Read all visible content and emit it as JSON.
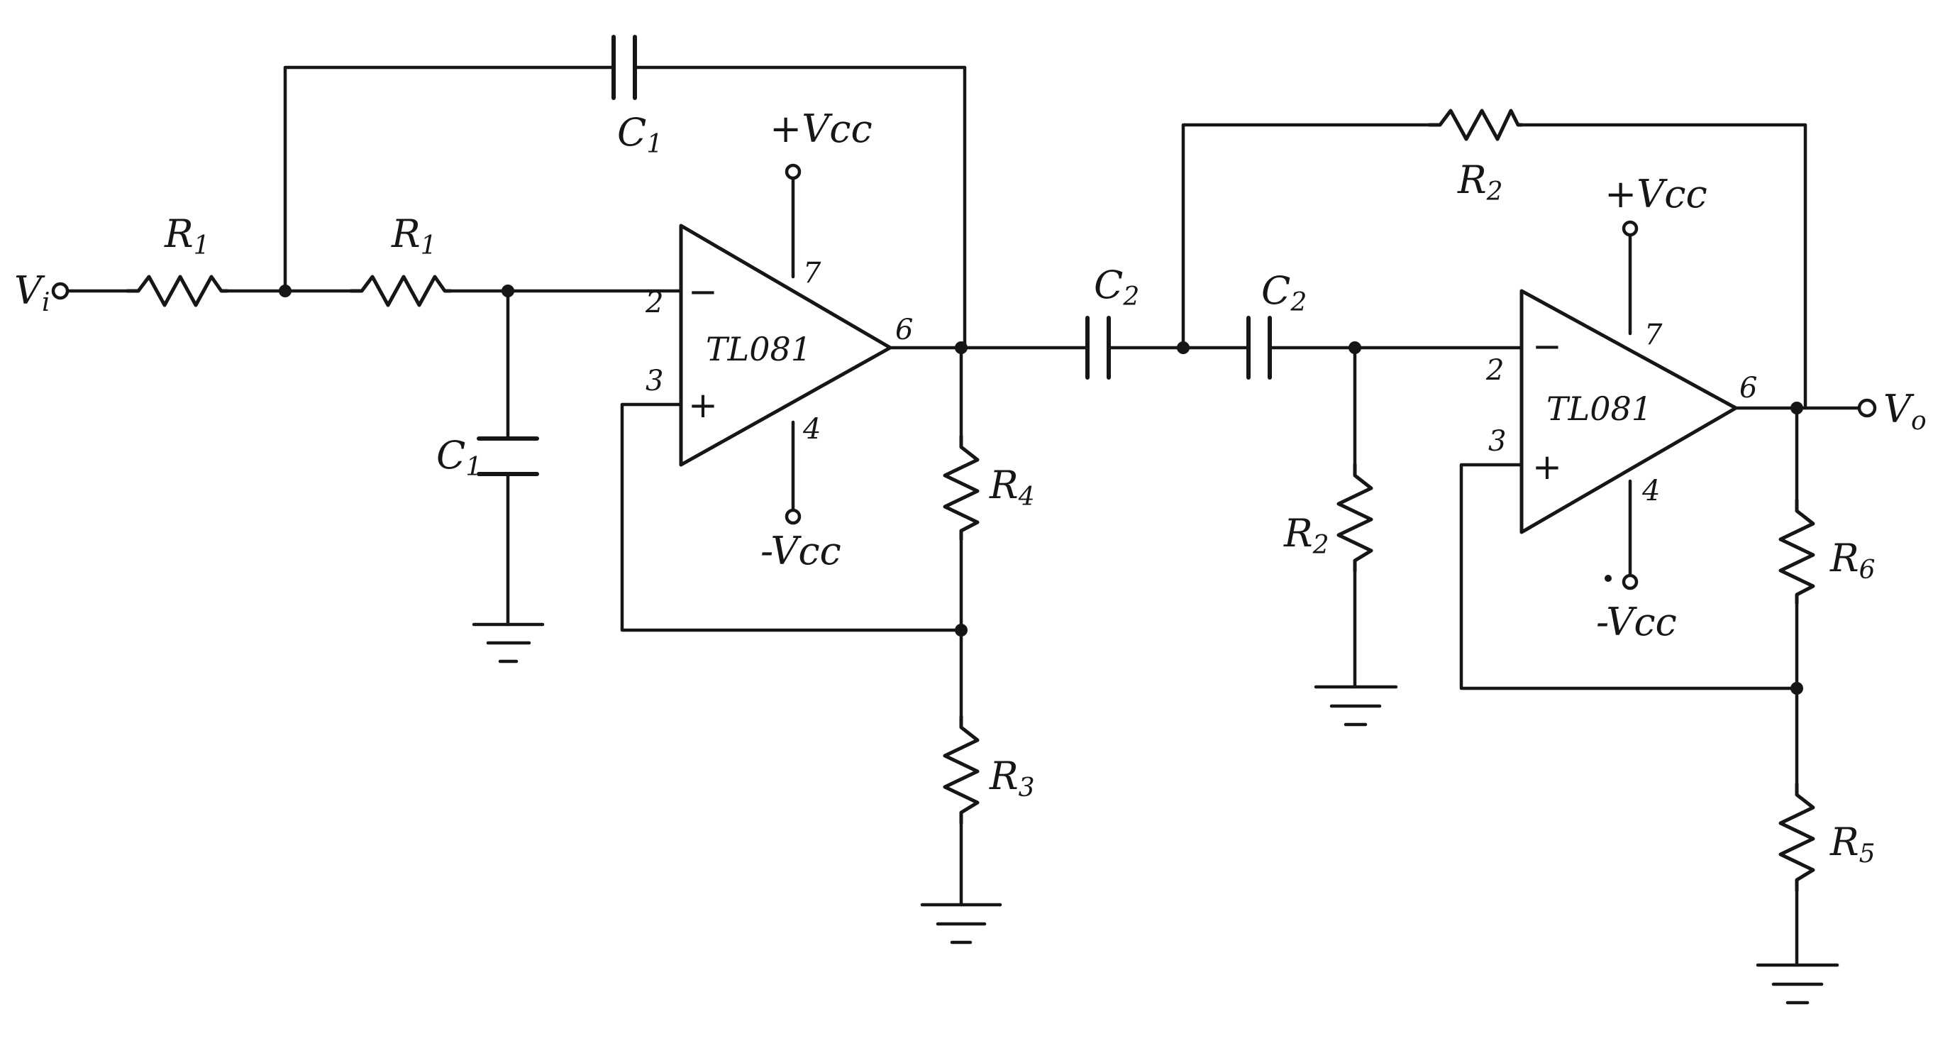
{
  "input": {
    "label": "V",
    "sub": "i"
  },
  "output": {
    "label": "V",
    "sub": "o"
  },
  "stage1": {
    "opamp": "TL081",
    "pins": {
      "inv": "2",
      "noninv": "3",
      "vpos": "7",
      "vneg": "4",
      "out": "6"
    },
    "supply_pos": "+Vcc",
    "supply_neg": "-Vcc",
    "R1a": {
      "name": "R",
      "sub": "1"
    },
    "R1b": {
      "name": "R",
      "sub": "1"
    },
    "C1_feedback": {
      "name": "C",
      "sub": "1"
    },
    "C1_ground": {
      "name": "C",
      "sub": "1"
    },
    "R4": {
      "name": "R",
      "sub": "4"
    },
    "R3": {
      "name": "R",
      "sub": "3"
    }
  },
  "stage2": {
    "opamp": "TL081",
    "pins": {
      "inv": "2",
      "noninv": "3",
      "vpos": "7",
      "vneg": "4",
      "out": "6"
    },
    "supply_pos": "+Vcc",
    "supply_neg": "-Vcc",
    "C2a": {
      "name": "C",
      "sub": "2"
    },
    "C2b": {
      "name": "C",
      "sub": "2"
    },
    "R2_feedback": {
      "name": "R",
      "sub": "2"
    },
    "R2_ground": {
      "name": "R",
      "sub": "2"
    },
    "R6": {
      "name": "R",
      "sub": "6"
    },
    "R5": {
      "name": "R",
      "sub": "5"
    }
  },
  "signs": {
    "minus": "−",
    "plus": "+"
  }
}
